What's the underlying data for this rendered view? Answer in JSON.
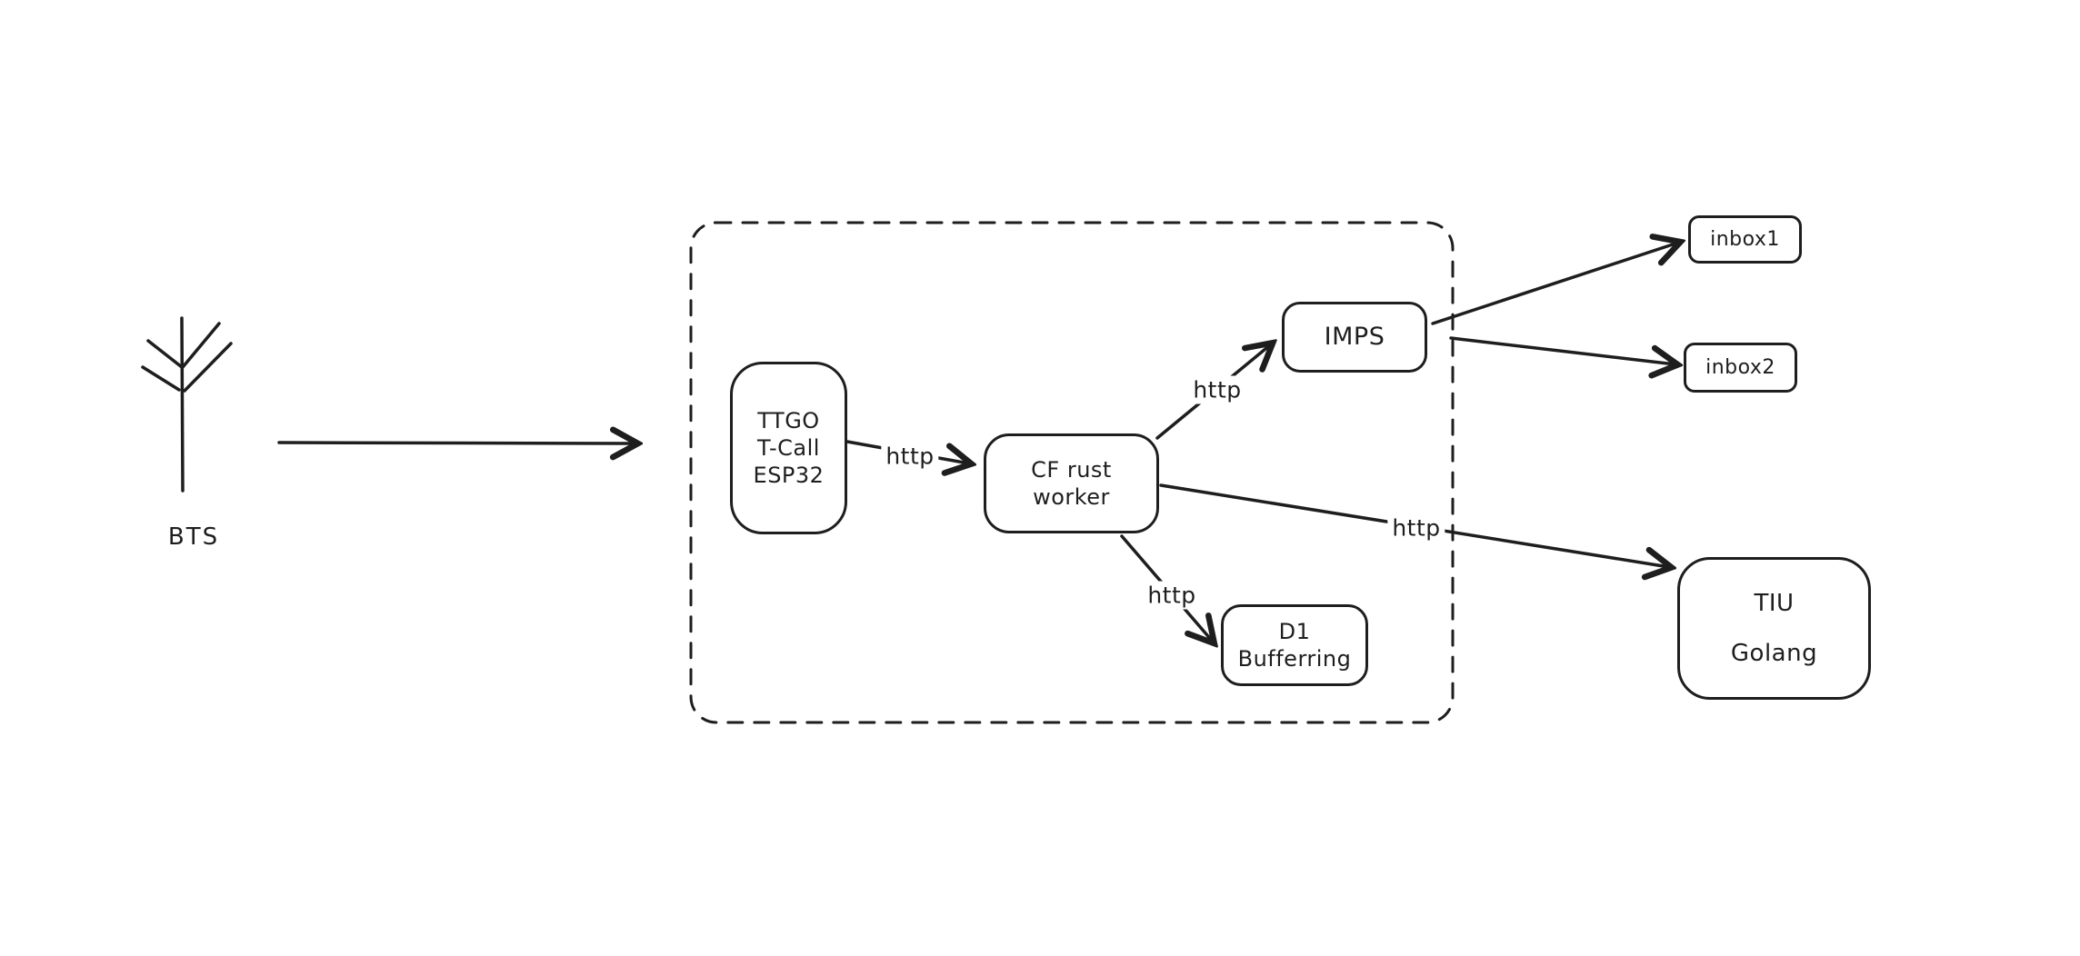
{
  "canvas": {
    "background": "#ffffff",
    "stroke_color": "#1e1e1e"
  },
  "nodes": {
    "bts": {
      "label": "BTS"
    },
    "ttgo": {
      "lines": [
        "TTGO",
        "T-Call",
        "ESP32"
      ]
    },
    "cf_worker": {
      "lines": [
        "CF rust",
        "worker"
      ]
    },
    "imps": {
      "label": "IMPS"
    },
    "d1": {
      "lines": [
        "D1",
        "Bufferring"
      ]
    },
    "tiu": {
      "lines": [
        "TIU",
        "Golang"
      ]
    },
    "inbox1": {
      "label": "inbox1"
    },
    "inbox2": {
      "label": "inbox2"
    }
  },
  "edges": {
    "ttgo_to_cf": {
      "label": "http"
    },
    "cf_to_imps": {
      "label": "http"
    },
    "cf_to_tiu": {
      "label": "http"
    },
    "cf_to_d1": {
      "label": "http"
    }
  }
}
